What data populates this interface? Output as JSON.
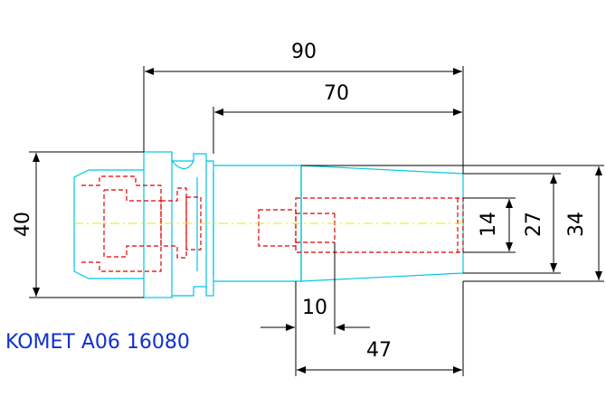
{
  "dimensions": {
    "overall_length": "90",
    "shank_length": "70",
    "flange_diameter": "40",
    "bore_diameter": "14",
    "small_end_diameter": "27",
    "large_end_diameter": "34",
    "thread_length": "10",
    "taper_length": "47"
  },
  "part_label": "KOMET A06 16080",
  "colors": {
    "outline": "#00c8e0",
    "hidden": "#e00000",
    "centerline": "#e8e800",
    "dimension": "#000000",
    "label": "#1030d0"
  }
}
